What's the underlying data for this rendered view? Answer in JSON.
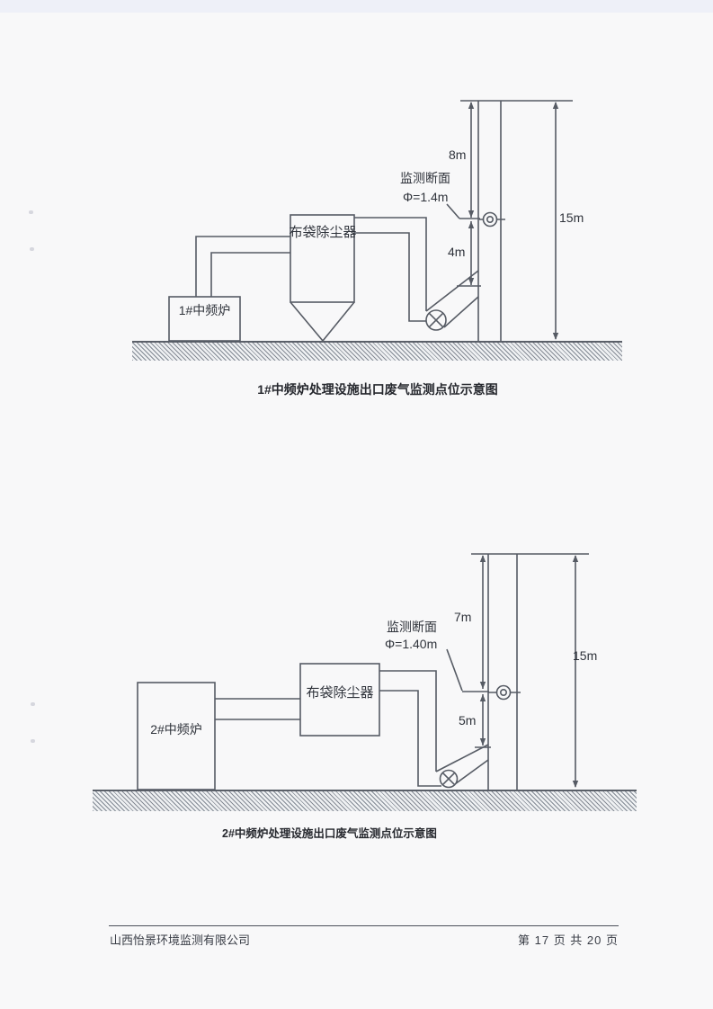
{
  "page": {
    "footer": {
      "company": "山西怡景环境监测有限公司",
      "page_number": "第 17 页 共 20 页"
    }
  },
  "diagram1": {
    "caption": "1#中频炉处理设施出口废气监测点位示意图",
    "furnace_label": "1#中频炉",
    "dust_collector_label": "布袋除尘器",
    "monitor_section_label": "监测断面",
    "monitor_diameter_label": "Φ=1.4m",
    "dim_above_monitor": "8m",
    "dim_below_monitor": "4m",
    "dim_stack_total": "15m"
  },
  "diagram2": {
    "caption": "2#中频炉处理设施出口废气监测点位示意图",
    "furnace_label": "2#中频炉",
    "dust_collector_label": "布袋除尘器",
    "monitor_section_label": "监测断面",
    "monitor_diameter_label": "Φ=1.40m",
    "dim_above_monitor": "7m",
    "dim_below_monitor": "5m",
    "dim_stack_total": "15m"
  }
}
